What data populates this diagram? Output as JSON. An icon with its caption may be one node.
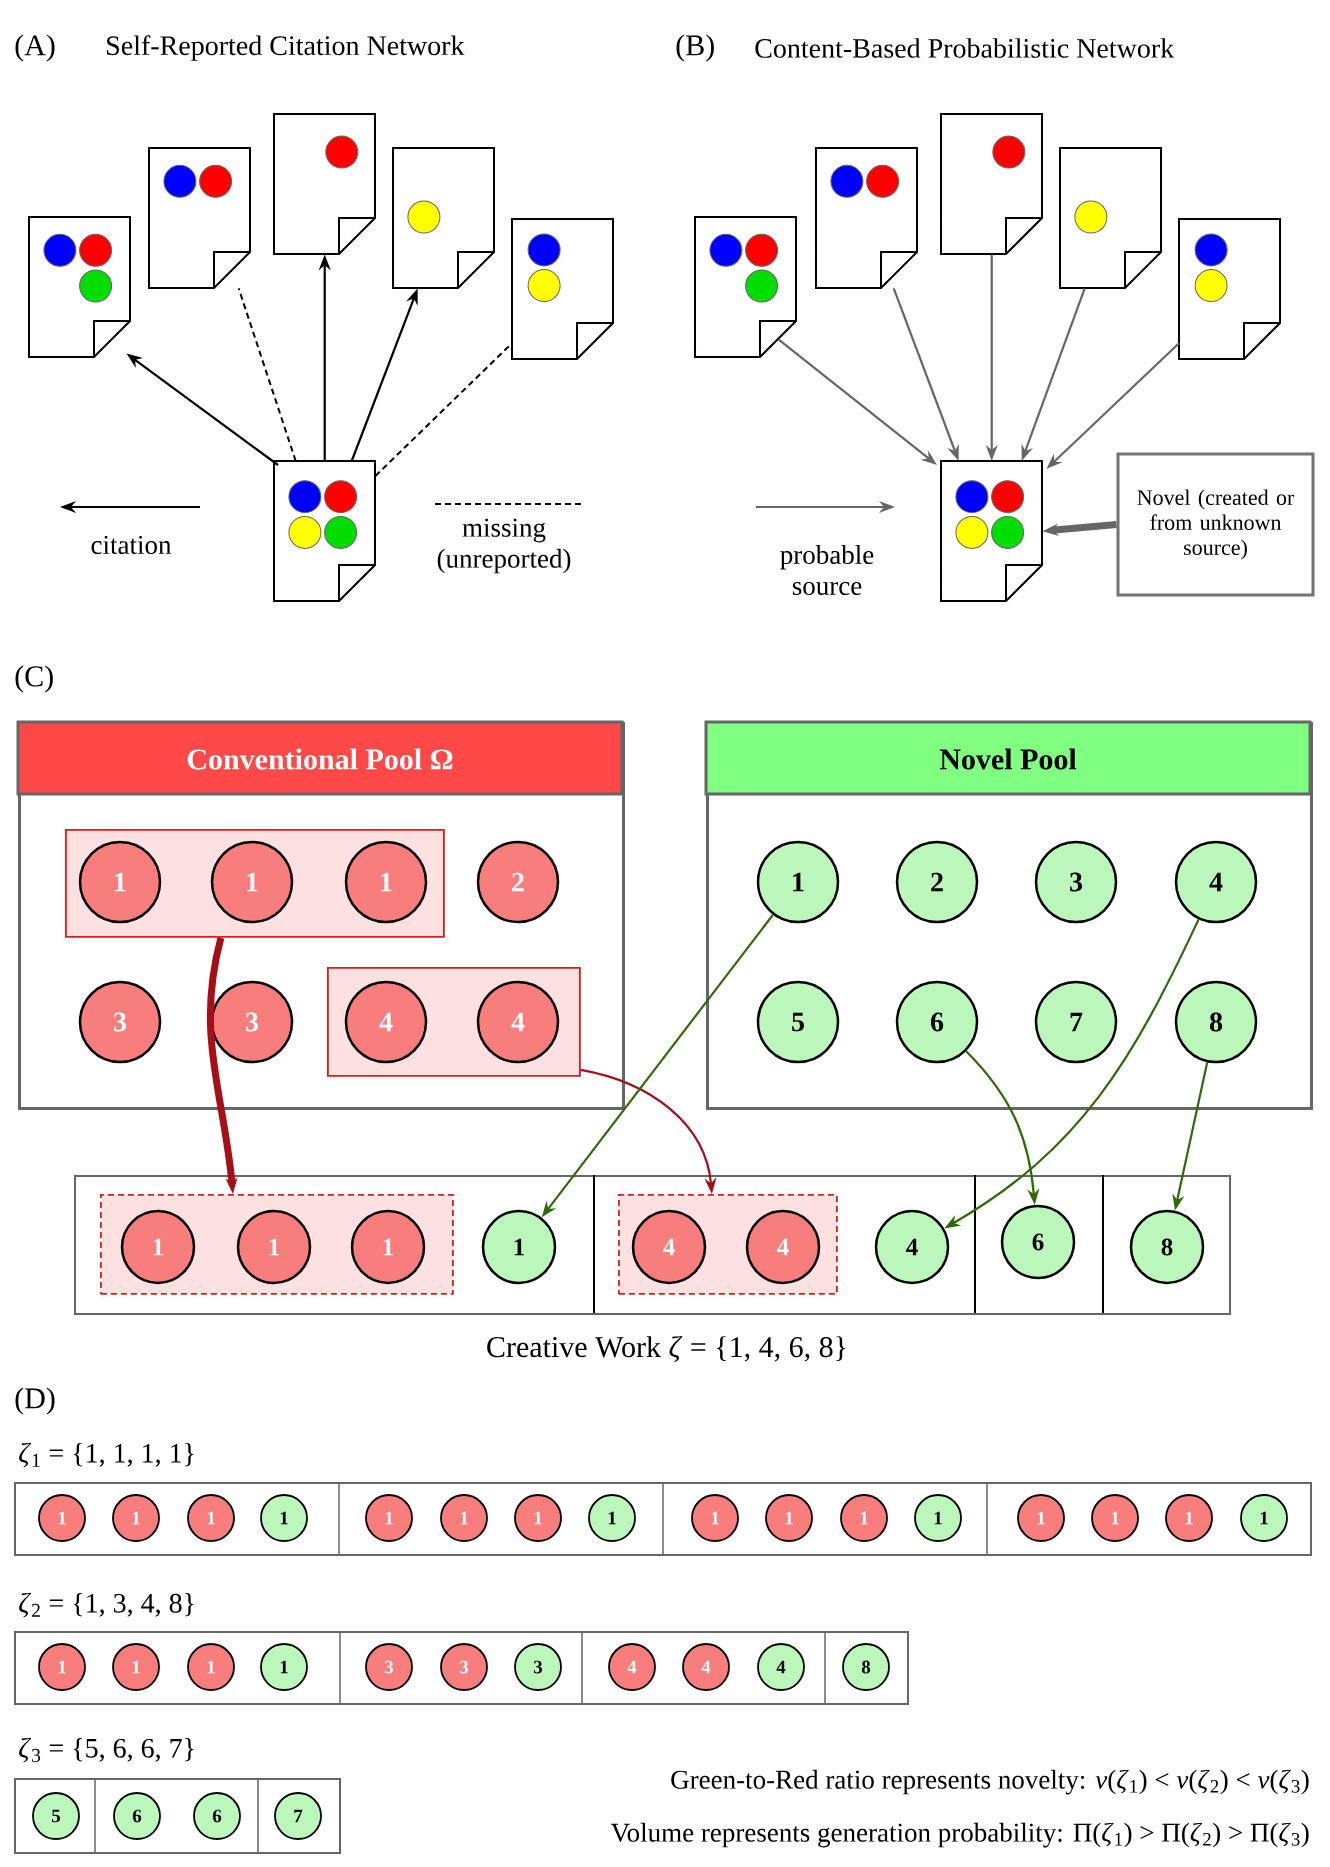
{
  "diagram": {
    "nodes": [
      {
        "text": [],
        "shape": "document"
      },
      {
        "text": [],
        "shape": "document"
      },
      {
        "text": [],
        "shape": "document"
      },
      {
        "text": [],
        "shape": "document"
      },
      {
        "text": [],
        "shape": "document"
      },
      {
        "text": [],
        "shape": "document"
      },
      {
        "text": [],
        "shape": "document"
      },
      {
        "text": [],
        "shape": "document"
      },
      {
        "text": [],
        "shape": "document"
      },
      {
        "text": [],
        "shape": "document"
      },
      {
        "text": [],
        "shape": "document"
      },
      {
        "text": [],
        "shape": "document"
      },
      {
        "text": [
          "Novel (created or from unknown source)"
        ]
      },
      {
        "text": [
          "Conventional Pool Ω"
        ]
      },
      {
        "text": [],
        "shape": "box",
        "in": 13
      },
      {
        "text": [
          "1"
        ],
        "in": 14
      },
      {
        "text": [
          "1"
        ],
        "in": 14
      },
      {
        "text": [
          "1"
        ],
        "in": 14
      },
      {
        "text": [
          "2"
        ],
        "in": 13
      },
      {
        "text": [
          "3"
        ],
        "in": 13
      },
      {
        "text": [
          "3"
        ],
        "in": 13
      },
      {
        "text": [],
        "shape": "box",
        "in": 13
      },
      {
        "text": [
          "4"
        ],
        "in": 21
      },
      {
        "text": [
          "4"
        ],
        "in": 21
      },
      {
        "text": [
          "Novel Pool"
        ]
      },
      {
        "text": [
          "1"
        ],
        "in": 24
      },
      {
        "text": [
          "2"
        ],
        "in": 24
      },
      {
        "text": [
          "3"
        ],
        "in": 24
      },
      {
        "text": [
          "4"
        ],
        "in": 24
      },
      {
        "text": [
          "5"
        ],
        "in": 24
      },
      {
        "text": [
          "6"
        ],
        "in": 24
      },
      {
        "text": [
          "7"
        ],
        "in": 24
      },
      {
        "text": [
          "8"
        ],
        "in": 24
      },
      {
        "text": [],
        "shape": "box",
        "beside": [
          "Creative Work *ζ* = {1, 4, 6, 8}"
        ]
      },
      {
        "text": [],
        "shape": "box",
        "in": 33
      },
      {
        "text": [
          "1"
        ],
        "in": 34
      },
      {
        "text": [
          "1"
        ],
        "in": 34
      },
      {
        "text": [
          "1"
        ],
        "in": 34
      },
      {
        "text": [
          "1"
        ],
        "in": 33
      },
      {
        "text": [],
        "shape": "box",
        "in": 33
      },
      {
        "text": [
          "4"
        ],
        "in": 39
      },
      {
        "text": [
          "4"
        ],
        "in": 39
      },
      {
        "text": [
          "4"
        ],
        "in": 33
      },
      {
        "text": [
          "6"
        ],
        "in": 33
      },
      {
        "text": [
          "8"
        ],
        "in": 33
      },
      {
        "text": [],
        "shape": "box",
        "beside": [
          "*ζ*$_{1}$ = {1, 1, 1, 1}"
        ]
      },
      {
        "text": [
          "1"
        ],
        "in": 45
      },
      {
        "text": [
          "1"
        ],
        "in": 45
      },
      {
        "text": [
          "1"
        ],
        "in": 45
      },
      {
        "text": [
          "1"
        ],
        "in": 45
      },
      {
        "text": [
          "1"
        ],
        "in": 45
      },
      {
        "text": [
          "1"
        ],
        "in": 45
      },
      {
        "text": [
          "1"
        ],
        "in": 45
      },
      {
        "text": [
          "1"
        ],
        "in": 45
      },
      {
        "text": [
          "1"
        ],
        "in": 45
      },
      {
        "text": [
          "1"
        ],
        "in": 45
      },
      {
        "text": [
          "1"
        ],
        "in": 45
      },
      {
        "text": [
          "1"
        ],
        "in": 45
      },
      {
        "text": [
          "1"
        ],
        "in": 45
      },
      {
        "text": [
          "1"
        ],
        "in": 45
      },
      {
        "text": [
          "1"
        ],
        "in": 45
      },
      {
        "text": [
          "1"
        ],
        "in": 45
      },
      {
        "text": [],
        "shape": "box",
        "beside": [
          "*ζ*$_{2}$ = {1, 3, 4, 8}"
        ]
      },
      {
        "text": [
          "1"
        ],
        "in": 62
      },
      {
        "text": [
          "1"
        ],
        "in": 62
      },
      {
        "text": [
          "1"
        ],
        "in": 62
      },
      {
        "text": [
          "1"
        ],
        "in": 62
      },
      {
        "text": [
          "3"
        ],
        "in": 62
      },
      {
        "text": [
          "3"
        ],
        "in": 62
      },
      {
        "text": [
          "3"
        ],
        "in": 62
      },
      {
        "text": [
          "4"
        ],
        "in": 62
      },
      {
        "text": [
          "4"
        ],
        "in": 62
      },
      {
        "text": [
          "4"
        ],
        "in": 62
      },
      {
        "text": [
          "8"
        ],
        "in": 62
      },
      {
        "text": [],
        "shape": "box",
        "beside": [
          "*ζ*$_{3}$ = {5, 6, 6, 7}"
        ]
      },
      {
        "text": [
          "5"
        ],
        "in": 74
      },
      {
        "text": [
          "6"
        ],
        "in": 74
      },
      {
        "text": [
          "6"
        ],
        "in": 74
      },
      {
        "text": [
          "7"
        ],
        "in": 74
      }
    ],
    "edges": [
      {
        "from": 5,
        "to": 0,
        "arrow": "to",
        "color": "#000000"
      },
      {
        "from": 5,
        "to": 1,
        "arrow": "none",
        "style": "dashed",
        "color": "#000000"
      },
      {
        "from": 5,
        "to": 2,
        "arrow": "to",
        "color": "#000000"
      },
      {
        "from": 5,
        "to": 3,
        "arrow": "to",
        "color": "#000000"
      },
      {
        "from": 5,
        "to": 4,
        "arrow": "none",
        "style": "dashed",
        "color": "#000000"
      },
      {
        "from": 6,
        "to": 11,
        "arrow": "to",
        "color": "#666666"
      },
      {
        "from": 7,
        "to": 11,
        "arrow": "to",
        "color": "#666666"
      },
      {
        "from": 8,
        "to": 11,
        "arrow": "to",
        "color": "#666666"
      },
      {
        "from": 9,
        "to": 11,
        "arrow": "to",
        "color": "#666666"
      },
      {
        "from": 10,
        "to": 11,
        "arrow": "to",
        "color": "#666666"
      },
      {
        "from": 12,
        "to": 11,
        "arrow": "to",
        "style": "thick",
        "color": "#666666"
      },
      {
        "from": 14,
        "to": 34,
        "arrow": "to",
        "style": "thick",
        "color": "#a50f15"
      },
      {
        "from": 21,
        "to": 39,
        "arrow": "to",
        "color": "#a50f15"
      },
      {
        "from": 25,
        "to": 38,
        "arrow": "to",
        "color": "#2f6a0a"
      },
      {
        "from": 28,
        "to": 42,
        "arrow": "to",
        "color": "#2f6a0a"
      },
      {
        "from": 30,
        "to": 43,
        "arrow": "to",
        "color": "#2f6a0a"
      },
      {
        "from": 32,
        "to": 44,
        "arrow": "to",
        "color": "#2f6a0a"
      }
    ],
    "labels": [
      "(A)",
      "Self-Reported Citation Network",
      "(B)",
      "Content-Based Probabilistic Network",
      "(C)",
      "(D)",
      "Green-to-Red ratio represents novelty: *ν*(*ζ*$_{1}$) < *ν*(*ζ*$_{2}$) < *ν*(*ζ*$_{3}$)",
      "Volume represents generation probability: Π(*ζ*$_{1}$) > Π(*ζ*$_{2}$) > Π(*ζ*$_{3}$)"
    ],
    "legend": [
      {
        "text": "citation"
      },
      {
        "text": "missing (unreported)"
      },
      {
        "text": "probable source"
      }
    ]
  }
}
